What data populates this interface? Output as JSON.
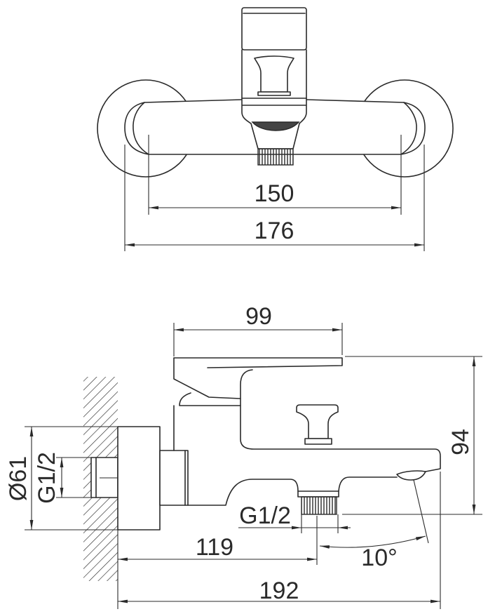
{
  "drawing": {
    "top_view": {
      "inner_width_label": "150",
      "overall_width_label": "176"
    },
    "side_view": {
      "handle_length_label": "99",
      "height_label": "94",
      "flange_diameter_label": "Ø61",
      "inlet_thread_label": "G1/2",
      "outlet_thread_label": "G1/2",
      "outlet_distance_label": "119",
      "spray_angle_label": "10°",
      "overall_depth_label": "192"
    }
  },
  "colors": {
    "line": "#2a2a2a",
    "background": "#ffffff"
  }
}
